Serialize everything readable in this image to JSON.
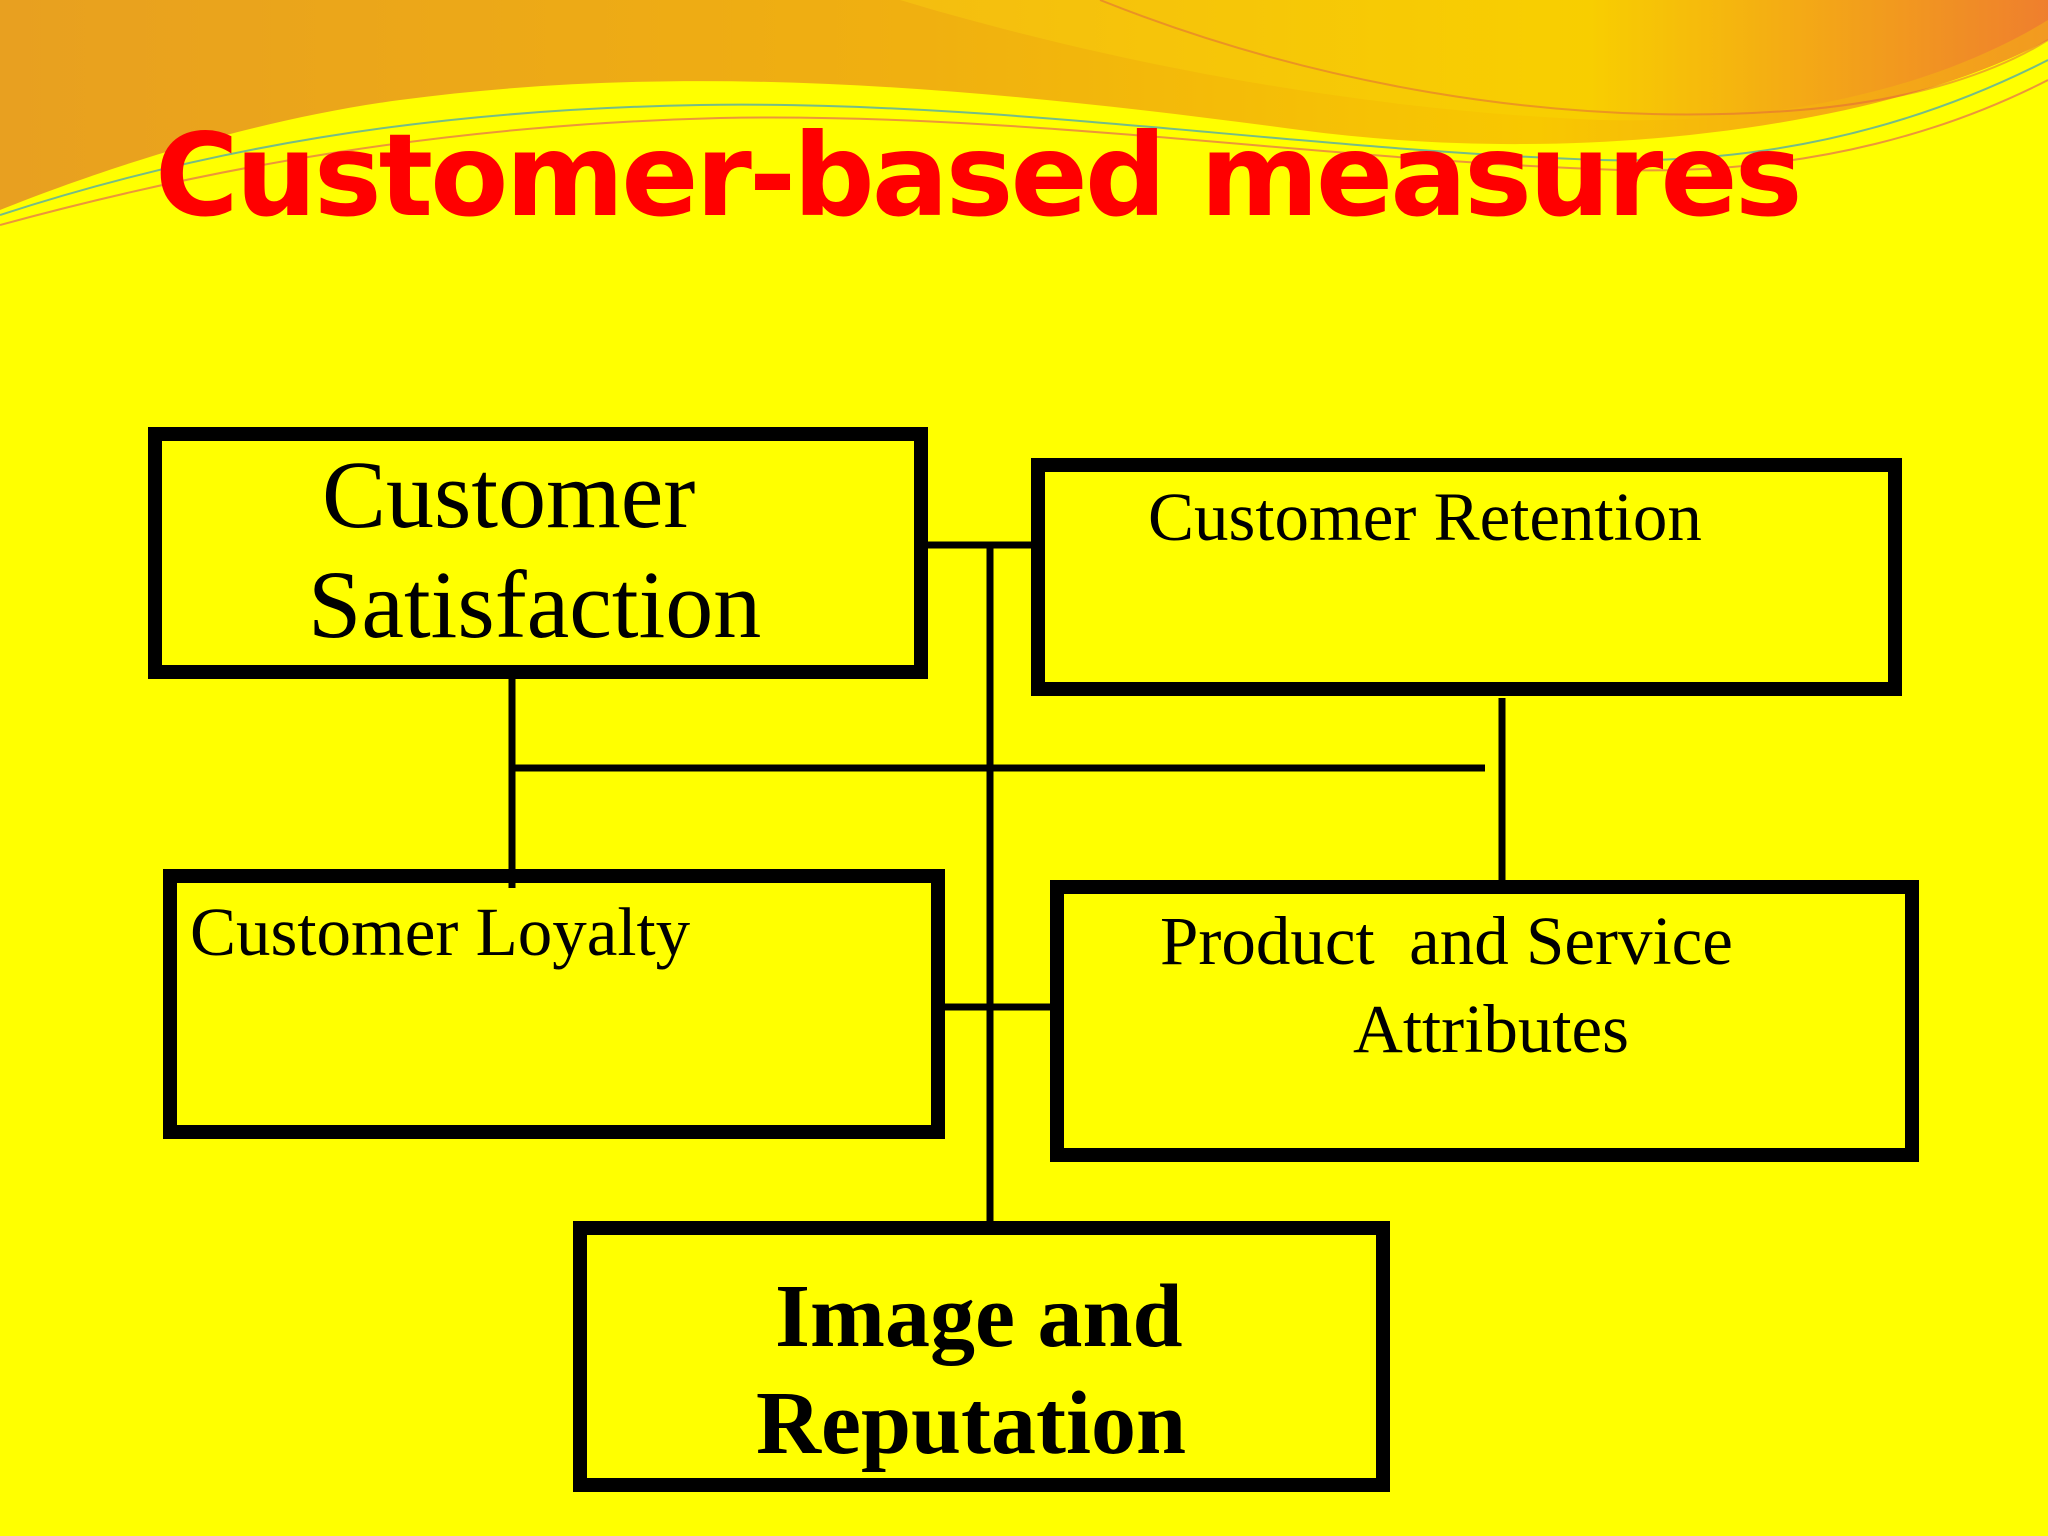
{
  "slide": {
    "title": "Customer-based measures",
    "title_color": "#ff0000",
    "background_color": "#ffff00"
  },
  "diagram": {
    "nodes": {
      "customer_satisfaction": {
        "line1": "Customer",
        "line2": "Satisfaction"
      },
      "customer_retention": {
        "line1": "Customer Retention"
      },
      "customer_loyalty": {
        "line1": "Customer Loyalty"
      },
      "product_service": {
        "line1": "Product  and Service",
        "line2": "Attributes"
      },
      "image_reputation": {
        "line1": "Image and",
        "line2": "Reputation"
      }
    }
  }
}
